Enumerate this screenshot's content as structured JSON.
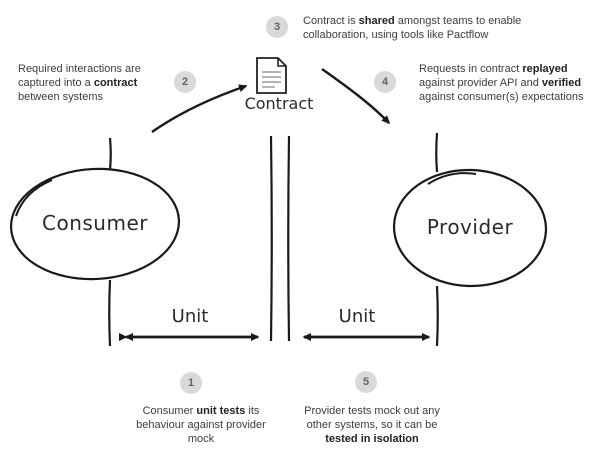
{
  "diagram": {
    "nodes": {
      "consumer": {
        "label": "Consumer"
      },
      "provider": {
        "label": "Provider"
      },
      "contract": {
        "label": "Contract"
      },
      "unit_left": {
        "label": "Unit"
      },
      "unit_right": {
        "label": "Unit"
      }
    },
    "steps": {
      "step1": {
        "number": "1",
        "segments": [
          {
            "text": "Consumer ",
            "bold": false
          },
          {
            "text": "unit tests",
            "bold": true
          },
          {
            "text": " its behaviour against provider mock",
            "bold": false
          }
        ]
      },
      "step2": {
        "number": "2",
        "segments": [
          {
            "text": "Required interactions are captured into a ",
            "bold": false
          },
          {
            "text": "contract",
            "bold": true
          },
          {
            "text": " between systems",
            "bold": false
          }
        ]
      },
      "step3": {
        "number": "3",
        "segments": [
          {
            "text": "Contract is ",
            "bold": false
          },
          {
            "text": "shared",
            "bold": true
          },
          {
            "text": " amongst teams to enable collaboration, using tools like Pactflow",
            "bold": false
          }
        ]
      },
      "step4": {
        "number": "4",
        "segments": [
          {
            "text": "Requests in contract ",
            "bold": false
          },
          {
            "text": "replayed",
            "bold": true
          },
          {
            "text": " against provider API and ",
            "bold": false
          },
          {
            "text": "verified",
            "bold": true
          },
          {
            "text": " against consumer(s) expectations",
            "bold": false
          }
        ]
      },
      "step5": {
        "number": "5",
        "segments": [
          {
            "text": "Provider tests mock out any other systems, so it can be ",
            "bold": false
          },
          {
            "text": "tested in isolation",
            "bold": true
          }
        ]
      }
    },
    "colors": {
      "stroke": "#1a1a1a",
      "badge_bg": "#d9d9d9",
      "badge_text": "#636363",
      "doc_lines": "#9a9a9a"
    }
  }
}
